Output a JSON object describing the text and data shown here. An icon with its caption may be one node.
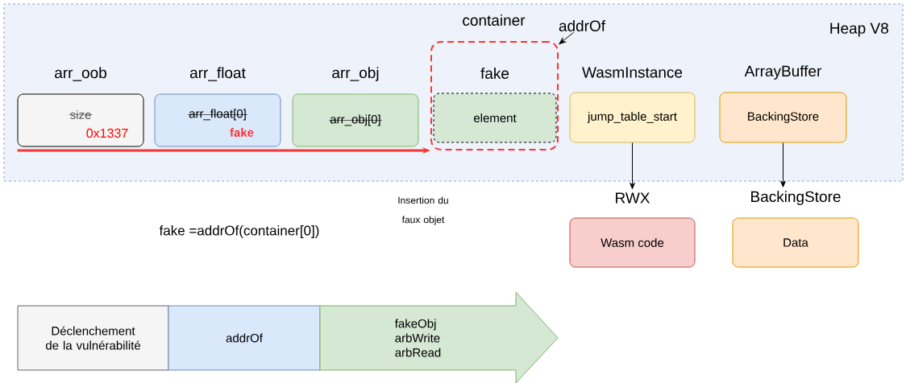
{
  "diagram": {
    "nodes": [
      {
        "text": [
          "Heap V8"
        ]
      },
      {
        "text": [
          "arr_oob",
          "size",
          "0x1337"
        ],
        "in": 0
      },
      {
        "text": [
          "arr_float",
          "arr_float[0]",
          "fake"
        ],
        "in": 0
      },
      {
        "text": [
          "arr_obj",
          "arr_obj[0]"
        ],
        "in": 0
      },
      {
        "text": [
          "container"
        ],
        "in": 0
      },
      {
        "text": [
          "fake",
          "element"
        ],
        "in": 4
      },
      {
        "text": [
          "addrOf"
        ],
        "in": 0
      },
      {
        "text": [
          "WasmInstance",
          "jump_table_start"
        ],
        "in": 0
      },
      {
        "text": [
          "ArrayBuffer",
          "BackingStore"
        ],
        "in": 0
      },
      {
        "text": [
          "RWX",
          "Wasm code"
        ]
      },
      {
        "text": [
          "BackingStore",
          "Data"
        ]
      },
      {
        "text": [
          "Déclenchement de la vulnérabilité"
        ]
      },
      {
        "text": [
          "addrOf"
        ]
      },
      {
        "text": [
          "fakeObj",
          "arbWrite",
          "arbRead"
        ]
      }
    ],
    "edges": [
      {
        "from": 1,
        "to": 4,
        "arrow": "to",
        "style": "thick",
        "color": "#ff3333"
      },
      {
        "from": 6,
        "to": 4,
        "arrow": "to"
      },
      {
        "from": 7,
        "to": 9,
        "arrow": "to"
      },
      {
        "from": 8,
        "to": 10,
        "arrow": "to"
      }
    ],
    "labels": [
      "Insertion du faux objet",
      "fake =addrOf(container[0])"
    ]
  }
}
